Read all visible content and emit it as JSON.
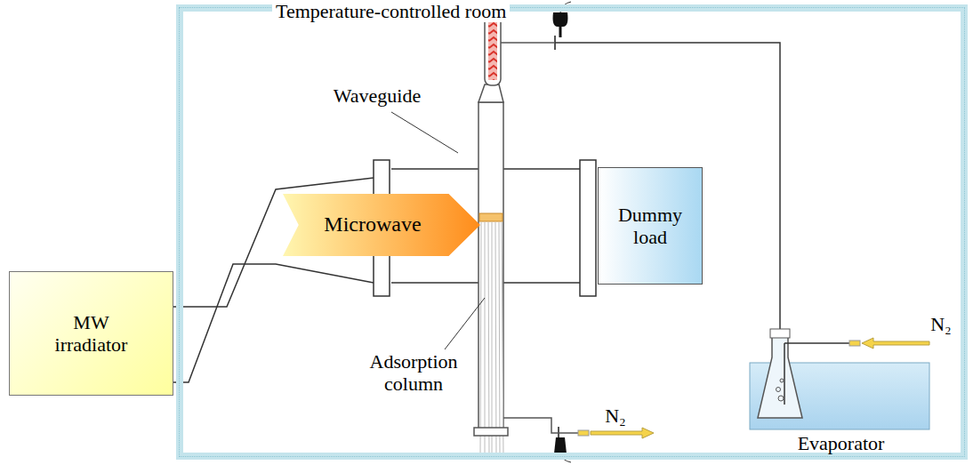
{
  "diagram": {
    "nodes": [
      {
        "text": [
          "Temperature-controlled room"
        ]
      },
      {
        "text": [
          "MW irradiator"
        ]
      },
      {
        "text": [
          "Microwave"
        ],
        "in": 0
      },
      {
        "text": [
          "Dummy load"
        ],
        "in": 0
      },
      {
        "text": [
          "Evaporator"
        ],
        "in": 0
      }
    ],
    "labels": [
      "Waveguide",
      "Adsorption column",
      "N₂",
      "N₂"
    ]
  }
}
